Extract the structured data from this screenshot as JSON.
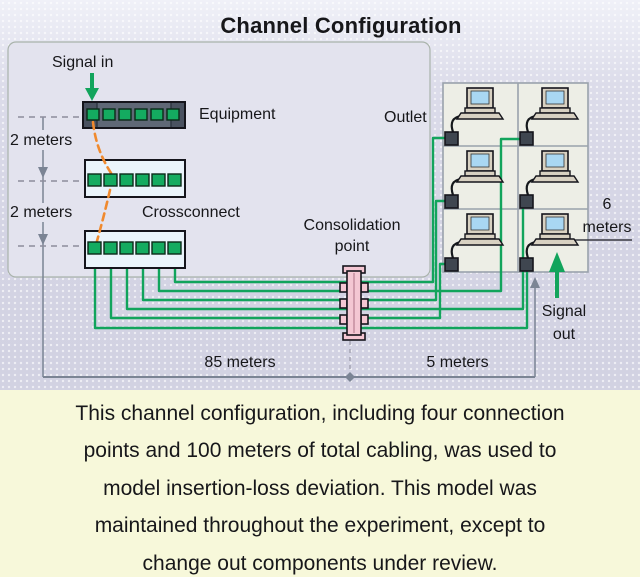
{
  "title": "Channel Configuration",
  "diagram": {
    "labels": {
      "signal_in": "Signal in",
      "equipment": "Equipment",
      "meters_2_a": "2 meters",
      "meters_2_b": "2 meters",
      "crossconnect": "Crossconnect",
      "consolidation_point": [
        "Consolidation",
        "point"
      ],
      "outlet": "Outlet",
      "meters_6": [
        "6",
        "meters"
      ],
      "meters_85": "85 meters",
      "meters_5": "5 meters",
      "signal_out": [
        "Signal",
        "out"
      ]
    },
    "colors": {
      "background": "#d6d6e5",
      "panel_fill": "#e3e3ee",
      "panel_border": "#a9b3ab",
      "cable_green": "#12a45c",
      "port_green": "#14ab60",
      "patch_orange": "#f08a2e",
      "equipment_fill": "#5f6876",
      "equipment_dark": "#4a5260",
      "crossconnect_fill": "#eaf4fb",
      "consolidation_pink": "#f4c7d3",
      "outlet_fill": "#3f4650",
      "computer_beige": "#d8d1c2",
      "screen_blue": "#a9d7f3",
      "grid_fill": "#edeee6",
      "grid_border": "#9aa2ac",
      "dim_gray": "#7b8494",
      "caption_bg": "#f7f8da"
    }
  },
  "caption": {
    "lines": [
      "This channel configuration, including four connection",
      "points and 100 meters of total cabling, was used to",
      "model insertion-loss deviation. This model was",
      "maintained throughout the experiment, except to",
      "change out components under review."
    ]
  }
}
